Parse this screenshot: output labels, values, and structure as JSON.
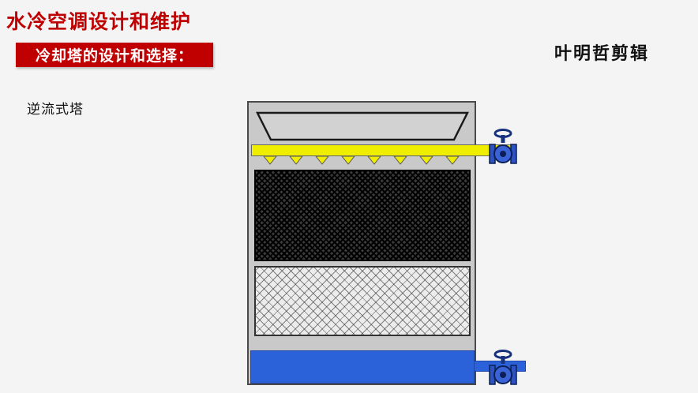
{
  "header": {
    "title": "水冷空调设计和维护",
    "section_banner": "冷却塔的设计和选择：",
    "credit": "叶明哲剪辑"
  },
  "diagram": {
    "tower_type_label": "逆流式塔",
    "colors": {
      "title_red": "#c00000",
      "banner_bg": "#c00000",
      "banner_text": "#ffffff",
      "shell_gray": "#c9c9c9",
      "pipe_yellow": "#f0ee00",
      "basin_blue": "#2b62d9",
      "valve_blue": "#2c53c0"
    }
  }
}
